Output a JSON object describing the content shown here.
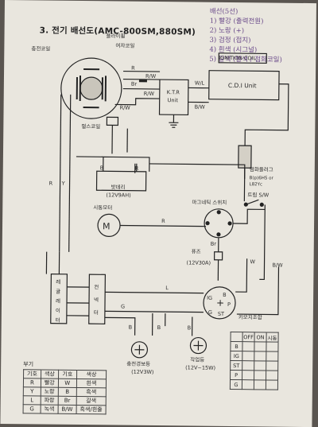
{
  "handwritten": [
    "배선(5선)",
    "1) 빨강 (출력전원)",
    "2) 노랑 (+)",
    "3) 검정 (접지)",
    "4) 흰색 (시그널)",
    "5) 갈색 (빨색 / 점화코일)"
  ],
  "title": "3. 전기 배선도(AMC-800SM,880SM)",
  "components": {
    "charge_coil": "충전코일",
    "flywheel": "플라이휠",
    "exciter_coil": "여자코일",
    "pulse_coil": "펄스코일",
    "ktr": "K.T.R\nUnit",
    "cdi": "C.D.I Unit",
    "ignition_coil": "IGNITION COIL",
    "spark_plug": "점화플러그",
    "spark_plug_model": "B(p)6HS or\nL82Yc",
    "battery": "밧데리",
    "battery_spec": "(12V9AH)",
    "starter_motor": "시동모터",
    "magnetic_switch": "마그네틱 스위치",
    "trim_sw": "트림 S/W",
    "fuse": "퓨즈",
    "fuse_spec": "(12V30A)",
    "regulator": "레귤레이터",
    "connector": "컨넥터",
    "key_switch": "키모지조합",
    "warning_lamp": "충전경보등",
    "warning_lamp_spec": "(12V3W)",
    "work_lamp": "작업등",
    "work_lamp_spec": "(12V~15W)"
  },
  "wire_labels": {
    "R": "R",
    "Y": "Y",
    "B": "B",
    "W": "W",
    "G": "G",
    "L": "L",
    "Br": "Br",
    "RW": "R/W",
    "BW": "B/W",
    "WL": "W/L"
  },
  "legend": {
    "caption": "부기",
    "headers": [
      "기호",
      "색상",
      "기호",
      "색상"
    ],
    "rows": [
      [
        "R",
        "빨강",
        "W",
        "흰색"
      ],
      [
        "Y",
        "노랑",
        "B",
        "흑색"
      ],
      [
        "L",
        "파랑",
        "Br",
        "갈색"
      ],
      [
        "G",
        "녹색",
        "B/W",
        "흑색/흰줄"
      ]
    ]
  },
  "key_table": {
    "headers": [
      "",
      "OFF",
      "ON",
      "시동"
    ],
    "rows": [
      "B",
      "IG",
      "ST",
      "P",
      "G"
    ]
  },
  "key_terms": [
    "IG",
    "B",
    "P",
    "ST",
    "G"
  ]
}
